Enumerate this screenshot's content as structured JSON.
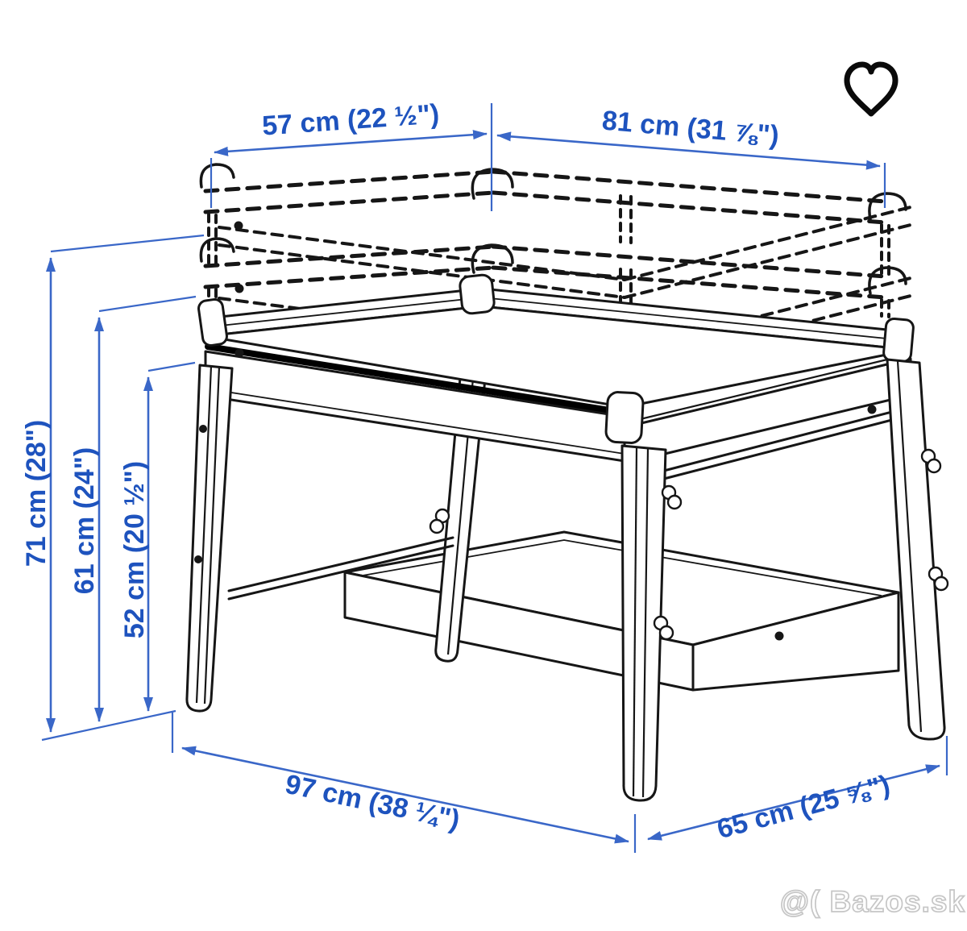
{
  "page": {
    "background": "#ffffff"
  },
  "colors": {
    "dimension_line": "#3a67c8",
    "dimension_text": "#1e53be",
    "drawing_line": "#161616",
    "watermark_outline": "#c6c6c6",
    "heart_icon": "#0a0a0a"
  },
  "icons": {
    "favorite": "heart-icon"
  },
  "diagram": {
    "dimensions": {
      "top_left_edge": "57 cm (22 ½\")",
      "top_right_edge": "81 cm (31 ⅞\")",
      "height_highest": "71 cm (28\")",
      "height_middle": "61 cm (24\")",
      "height_lowest": "52 cm (20 ½\")",
      "base_width": "97 cm (38 ¼\")",
      "base_depth": "65 cm (25 ⅝\")"
    }
  },
  "watermark": {
    "text": "@( Bazos.sk"
  }
}
